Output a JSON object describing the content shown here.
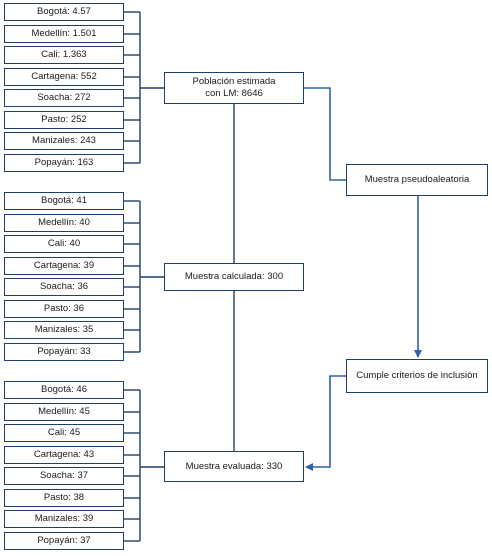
{
  "groups": [
    {
      "cities": [
        "Bogotá: 4.57",
        "Medellín: 1.501",
        "Cali: 1.363",
        "Cartagena: 552",
        "Soacha: 272",
        "Pasto: 252",
        "Manizales: 243",
        "Popayán: 163"
      ],
      "summary_lines": [
        "Población estimada",
        "con LM: 8646"
      ]
    },
    {
      "cities": [
        "Bogotá: 41",
        "Medellín: 40",
        "Cali: 40",
        "Cartagena: 39",
        "Soacha: 36",
        "Pasto: 36",
        "Manizales: 35",
        "Popayán: 33"
      ],
      "summary_lines": [
        "Muestra calculada: 300"
      ]
    },
    {
      "cities": [
        "Bogotá: 46",
        "Medellín: 45",
        "Cali: 45",
        "Cartagena: 43",
        "Soacha: 37",
        "Pasto: 38",
        "Manizales: 39",
        "Popayán: 37"
      ],
      "summary_lines": [
        "Muestra evaluada: 330"
      ]
    }
  ],
  "right_steps": {
    "sampling": "Muestra pseudoaleatoria",
    "inclusion": "Cumple criterios de inclusión"
  }
}
